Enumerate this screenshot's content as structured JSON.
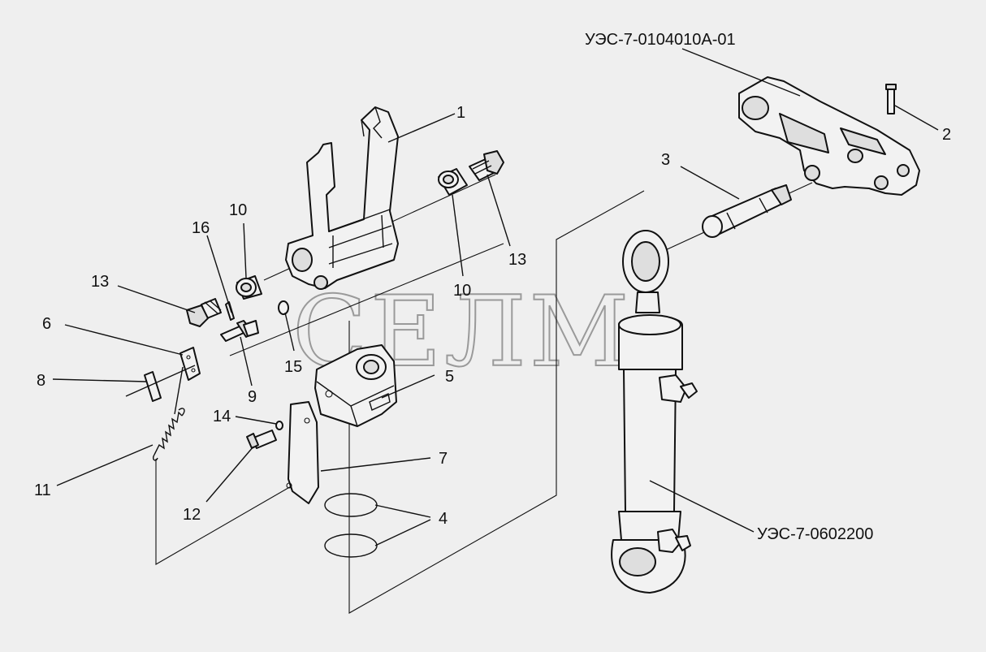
{
  "watermark": "СЕЛМ",
  "assembly_labels": {
    "arm": "УЭС-7-0104010А-01",
    "cylinder": "УЭС-7-0602200"
  },
  "callouts": {
    "c1": "1",
    "c2": "2",
    "c3": "3",
    "c4": "4",
    "c5": "5",
    "c6": "6",
    "c7": "7",
    "c8": "8",
    "c9": "9",
    "c10a": "10",
    "c10b": "10",
    "c11": "11",
    "c12": "12",
    "c13a": "13",
    "c13b": "13",
    "c14": "14",
    "c15": "15",
    "c16": "16"
  }
}
